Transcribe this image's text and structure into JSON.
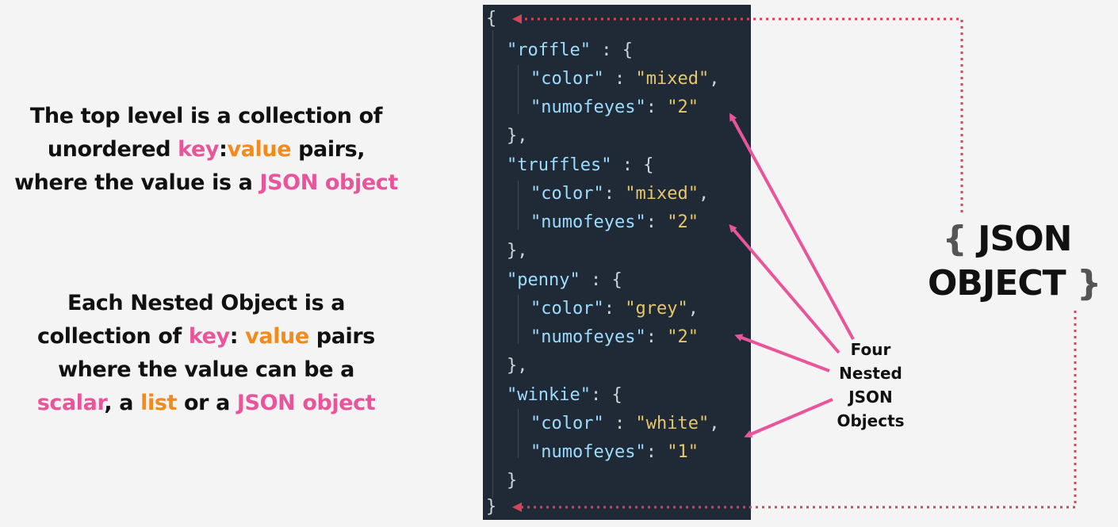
{
  "explanations": {
    "top_level": {
      "line1": "The top level is a collection of",
      "line2_a": "unordered ",
      "line2_key": "key",
      "line2_sep": ":",
      "line2_value": "value",
      "line2_b": " pairs,",
      "line3_a": "where the value is a ",
      "line3_json": "JSON object"
    },
    "nested": {
      "line1": "Each Nested Object is a",
      "line2_a": "collection of ",
      "line2_key": "key",
      "line2_sep": ": ",
      "line2_value": "value",
      "line2_b": " pairs",
      "line3": "where the value can be a",
      "line4_scalar": "scalar",
      "line4_a": ", a ",
      "line4_list": "list",
      "line4_b": " or a ",
      "line4_json": "JSON object"
    }
  },
  "code": {
    "open_brace": "{",
    "close_brace": "}",
    "objects": [
      {
        "key": "\"roffle\"",
        "key_sep": " : {",
        "color_key": "\"color\"",
        "color_sep": " : ",
        "color_val": "\"mixed\"",
        "eyes_key": "\"numofeyes\"",
        "eyes_sep": ": ",
        "eyes_val": "\"2\"",
        "close": "},"
      },
      {
        "key": "\"truffles\"",
        "key_sep": " : {",
        "color_key": "\"color\"",
        "color_sep": ": ",
        "color_val": "\"mixed\"",
        "eyes_key": "\"numofeyes\"",
        "eyes_sep": ": ",
        "eyes_val": "\"2\"",
        "close": "},"
      },
      {
        "key": "\"penny\"",
        "key_sep": " : {",
        "color_key": "\"color\"",
        "color_sep": ": ",
        "color_val": "\"grey\"",
        "eyes_key": "\"numofeyes\"",
        "eyes_sep": ": ",
        "eyes_val": "\"2\"",
        "close": "},"
      },
      {
        "key": "\"winkie\"",
        "key_sep": ": {",
        "color_key": "\"color\"",
        "color_sep": " : ",
        "color_val": "\"white\"",
        "eyes_key": "\"numofeyes\"",
        "eyes_sep": ": ",
        "eyes_val": "\"1\"",
        "close": "}"
      }
    ]
  },
  "labels": {
    "json_object_open": "{",
    "json_object_word1": "JSON",
    "json_object_word2": "OBJECT",
    "json_object_close": "}",
    "nested": [
      "Four",
      "Nested",
      "JSON",
      "Objects"
    ]
  },
  "colors": {
    "accent_pink": "#e8559a",
    "accent_orange": "#f28a1c",
    "code_bg": "#1f2a36",
    "arrow_pink": "#e8559a",
    "dotted_red": "#d6455a"
  }
}
